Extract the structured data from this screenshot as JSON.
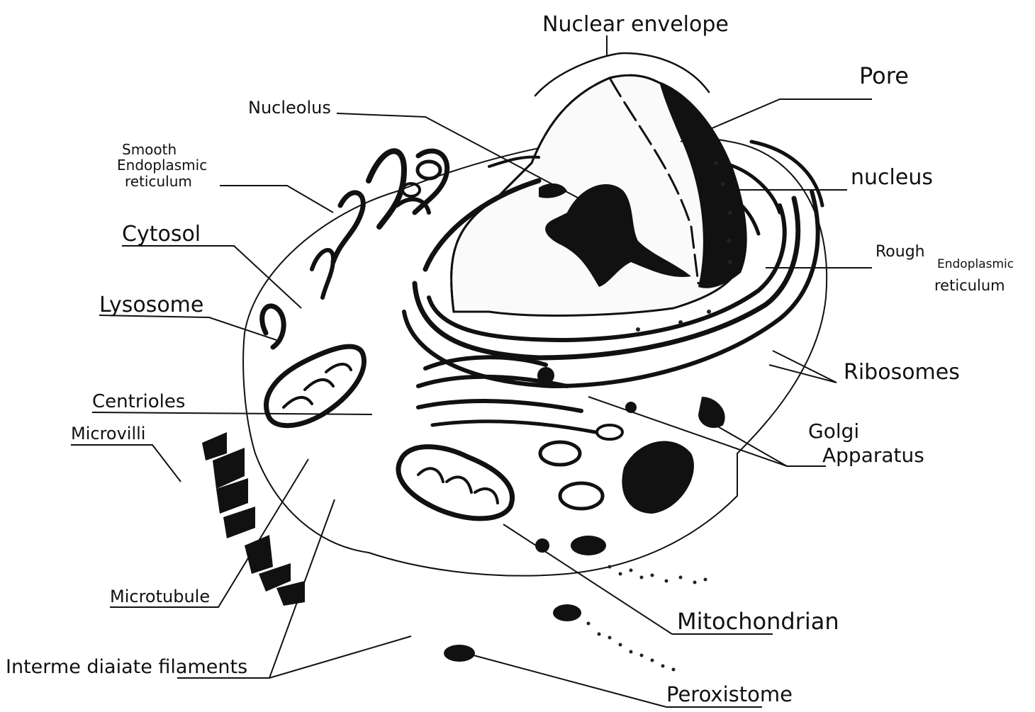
{
  "labels": {
    "nuclear_envelope": "Nuclear envelope",
    "pore": "Pore",
    "nucleolus": "Nucleolus",
    "smooth_er_1": "Smooth",
    "smooth_er_2": "Endoplasmic",
    "smooth_er_3": "reticulum",
    "nucleus": "nucleus",
    "cytosol": "Cytosol",
    "rough_er_1": "Rough",
    "rough_er_2": "Endoplasmic",
    "rough_er_3": "reticulum",
    "lysosome": "Lysosome",
    "ribosomes": "Ribosomes",
    "centrioles": "Centrioles",
    "microvilli": "Microvilli",
    "golgi_1": "Golgi",
    "golgi_2": "Apparatus",
    "microtubule": "Microtubule",
    "mitochondrian": "Mitochondrian",
    "intermediate_filaments": "Interme diaiate filaments",
    "peroxisome": "Peroxistome"
  },
  "colors": {
    "ink": "#111111",
    "paper": "#ffffff"
  }
}
